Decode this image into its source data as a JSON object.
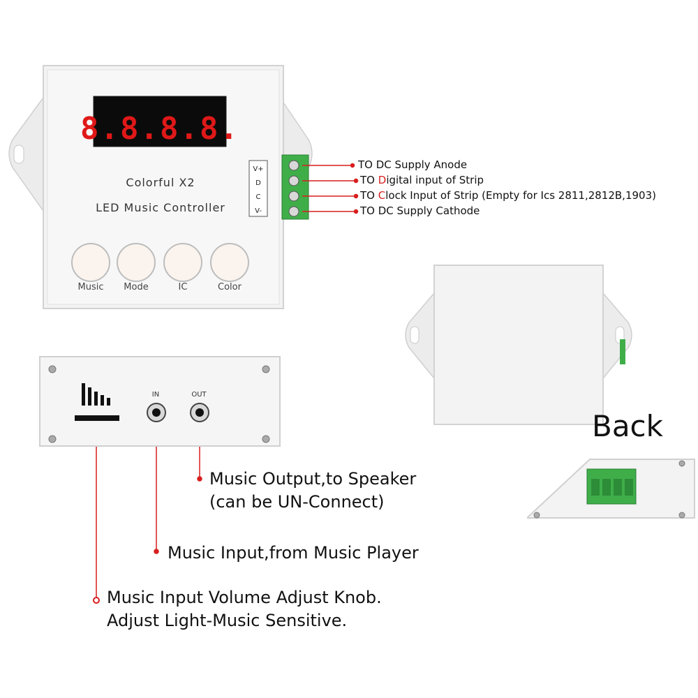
{
  "front_panel": {
    "display_digits": "8.8.8.8.",
    "title_line1": "Colorful  X2",
    "title_line2": "LED Music Controller",
    "pins": [
      "V+",
      "D",
      "C",
      "V-"
    ],
    "buttons": [
      "Music",
      "Mode",
      "IC",
      "Color"
    ]
  },
  "terminal_callouts": [
    {
      "prefix": "TO DC Supply Anode",
      "highlight": "",
      "suffix": ""
    },
    {
      "prefix": "TO ",
      "highlight": "D",
      "suffix": "igital input of Strip"
    },
    {
      "prefix": "TO ",
      "highlight": "C",
      "suffix": "lock Input of Strip  (Empty for Ics 2811,2812B,1903)"
    },
    {
      "prefix": "TO DC Supply Cathode",
      "highlight": "",
      "suffix": ""
    }
  ],
  "side_panel": {
    "jack_in": "IN",
    "jack_out": "OUT"
  },
  "side_callouts": {
    "output_line1": "Music Output,to Speaker",
    "output_line2": "(can be UN-Connect)",
    "input": "Music Input,from Music Player",
    "knob_line1": "Music Input Volume Adjust Knob.",
    "knob_line2": "Adjust Light-Music Sensitive."
  },
  "back_label": "Back",
  "colors": {
    "accent_red": "#d81e1e",
    "terminal_green": "#3fae49",
    "panel_white": "#f4f4f4"
  }
}
